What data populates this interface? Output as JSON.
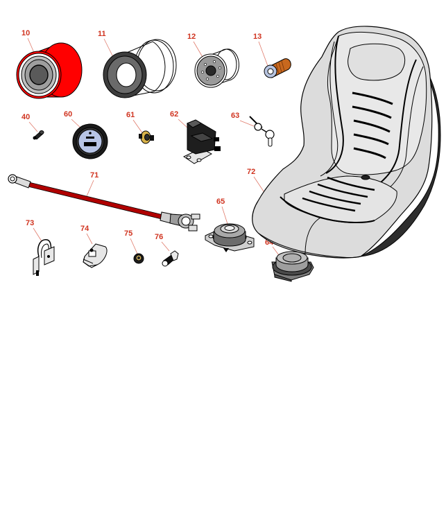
{
  "diagram": {
    "callout_color": "#d0331f",
    "parts": [
      {
        "id": "10",
        "icon": "filter-canister-red-icon"
      },
      {
        "id": "11",
        "icon": "filter-canister-white-icon"
      },
      {
        "id": "12",
        "icon": "oil-filter-icon"
      },
      {
        "id": "13",
        "icon": "fuel-filter-icon"
      },
      {
        "id": "40",
        "icon": "small-fitting-icon"
      },
      {
        "id": "60",
        "icon": "gauge-icon"
      },
      {
        "id": "61",
        "icon": "ignition-switch-icon"
      },
      {
        "id": "62",
        "icon": "relay-bracket-icon"
      },
      {
        "id": "63",
        "icon": "key-icon"
      },
      {
        "id": "71",
        "icon": "cable-rod-icon"
      },
      {
        "id": "72",
        "icon": "seat-icon"
      },
      {
        "id": "65",
        "icon": "seat-switch-icon"
      },
      {
        "id": "64",
        "icon": "cup-holder-icon"
      },
      {
        "id": "73",
        "icon": "latch-bracket-icon"
      },
      {
        "id": "74",
        "icon": "clamp-icon"
      },
      {
        "id": "75",
        "icon": "grommet-icon"
      },
      {
        "id": "76",
        "icon": "plug-icon"
      }
    ]
  }
}
